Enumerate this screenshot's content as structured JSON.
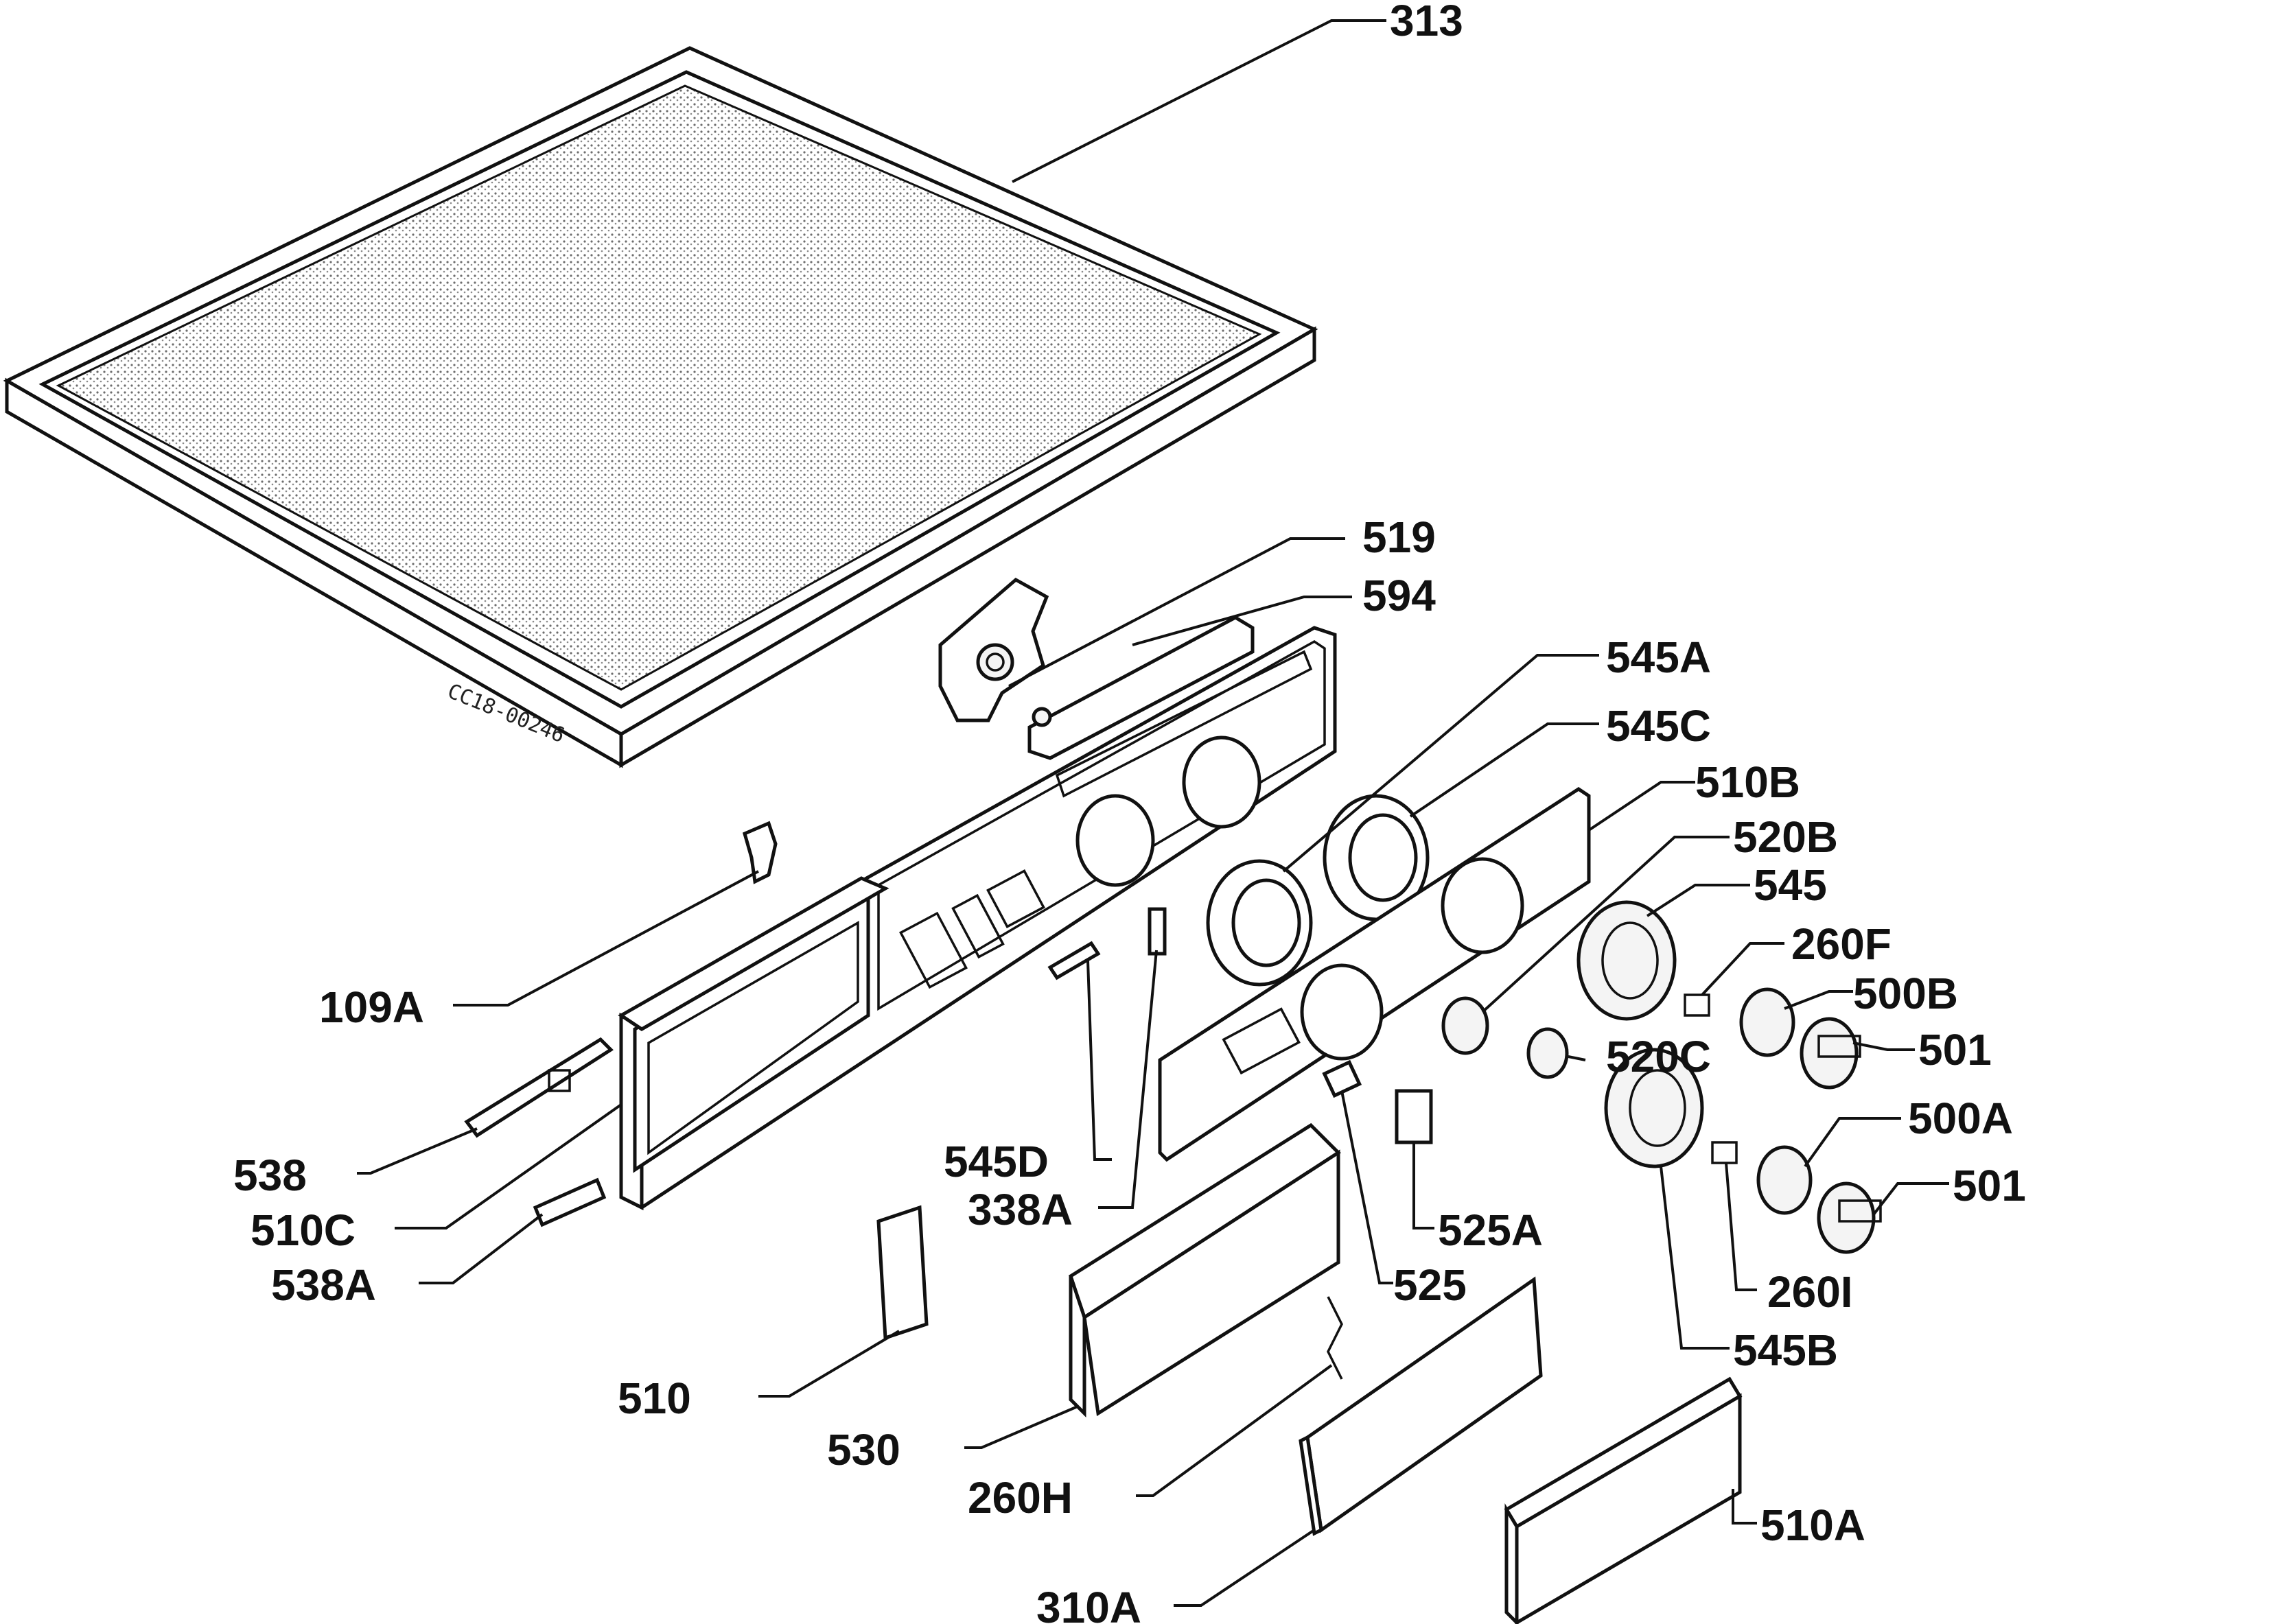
{
  "diagram": {
    "stamp": "CC18-00246",
    "labels": {
      "p313": "313",
      "p519": "519",
      "p594": "594",
      "p545a": "545A",
      "p545c": "545C",
      "p510b": "510B",
      "p520b": "520B",
      "p545": "545",
      "p260f": "260F",
      "p500b": "500B",
      "p501a": "501",
      "p520c": "520C",
      "p500a": "500A",
      "p501b": "501",
      "p260i": "260I",
      "p545b": "545B",
      "p510a": "510A",
      "p109a": "109A",
      "p538": "538",
      "p510c": "510C",
      "p538a": "538A",
      "p545d": "545D",
      "p338a": "338A",
      "p525a": "525A",
      "p525": "525",
      "p510": "510",
      "p530": "530",
      "p260h": "260H",
      "p310a": "310A"
    }
  },
  "colors": {
    "ink": "#111111",
    "paper": "#ffffff",
    "dots": "#9a9a9a"
  }
}
